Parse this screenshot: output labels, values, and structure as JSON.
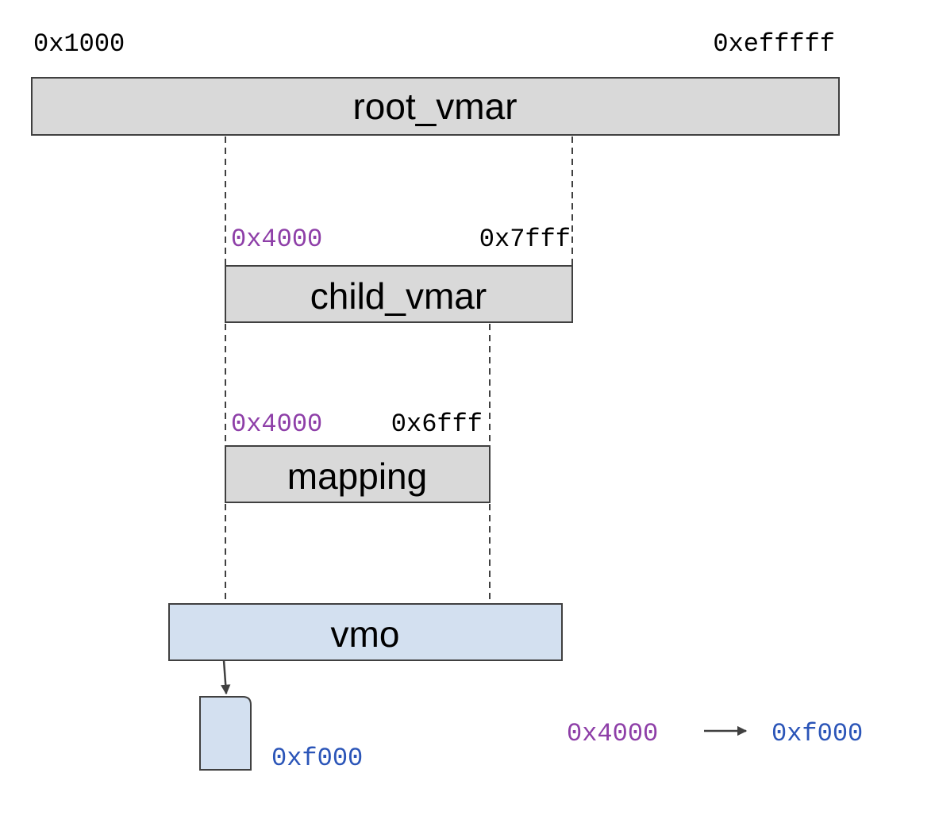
{
  "colors": {
    "box_gray": "#d9d9d9",
    "box_blue": "#d3e0f0",
    "addr_black": "#000000",
    "addr_purple": "#8e3fa8",
    "addr_blue": "#2b55b8",
    "line": "#404040"
  },
  "root_vmar": {
    "label": "root_vmar",
    "start": "0x1000",
    "end": "0xefffff"
  },
  "child_vmar": {
    "label": "child_vmar",
    "start": "0x4000",
    "end": "0x7fff"
  },
  "mapping": {
    "label": "mapping",
    "start": "0x4000",
    "end": "0x6fff"
  },
  "vmo": {
    "label": "vmo",
    "page_addr": "0xf000"
  },
  "translation": {
    "from": "0x4000",
    "to": "0xf000"
  }
}
